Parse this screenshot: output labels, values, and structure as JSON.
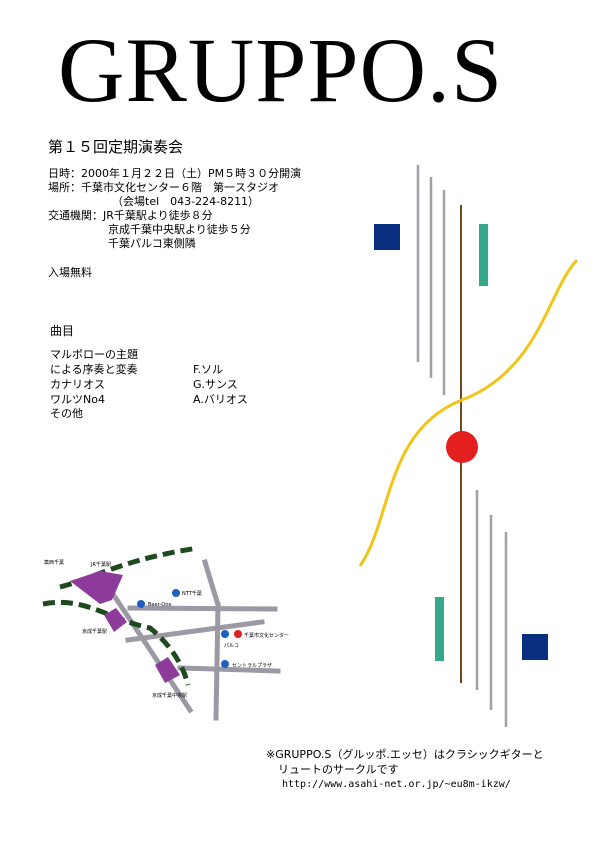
{
  "header": {
    "title": "GRUPPO.S",
    "subtitle": "第１５回定期演奏会"
  },
  "info": {
    "datetime": "日時：2000年１月２２日（土）PM５時３０分開演",
    "venue": "場所：千葉市文化センター６階　第一スタジオ",
    "tel": "（会場tel　043-224-8211）",
    "access_1": "交通機関：JR千葉駅より徒歩８分",
    "access_2": "京成千葉中央駅より徒歩５分",
    "access_3": "千葉パルコ東側隣",
    "admission": "入場無料"
  },
  "program": {
    "heading": "曲目",
    "songs": [
      {
        "title": "マルボローの主題",
        "composer": ""
      },
      {
        "title": "による序奏と変奏",
        "composer": "F.ソル"
      },
      {
        "title": "カナリオス",
        "composer": "G.サンス"
      },
      {
        "title": "ワルツNo4",
        "composer": "A.バリオス"
      },
      {
        "title": "その他",
        "composer": ""
      }
    ]
  },
  "map": {
    "labels": {
      "nishi_chiba": "薬西千葉",
      "jr_chiba": "JR千葉駅",
      "ntt": "NTT千葉",
      "beer_one": "Beer-One",
      "keisei_chiba": "京成千葉駅",
      "culture_center": "千葉市文化センター",
      "parco": "パルコ",
      "central_plaza": "セントラルプラザ",
      "keisei_chuo": "京成千葉中央駅"
    },
    "colors": {
      "road": "#9b99a3",
      "station": "#8d3b9a",
      "rail": "#1e4a1e",
      "marker": "#1f5fbf",
      "venue": "#e02020"
    }
  },
  "footer": {
    "line_1": "※GRUPPO.S（グルッポ.エッセ）はクラシックギターと",
    "line_2": "リュートのサークルです",
    "url": "http://www.asahi-net.or.jp/~eu8m-ikzw/"
  },
  "art_colors": {
    "line_gray": "#a0a0a8",
    "line_brown": "#6b4a22",
    "curve_yellow": "#f2c418",
    "circle_red": "#e41f1f",
    "square_blue": "#0a2f80",
    "bar_teal": "#33a88a"
  }
}
